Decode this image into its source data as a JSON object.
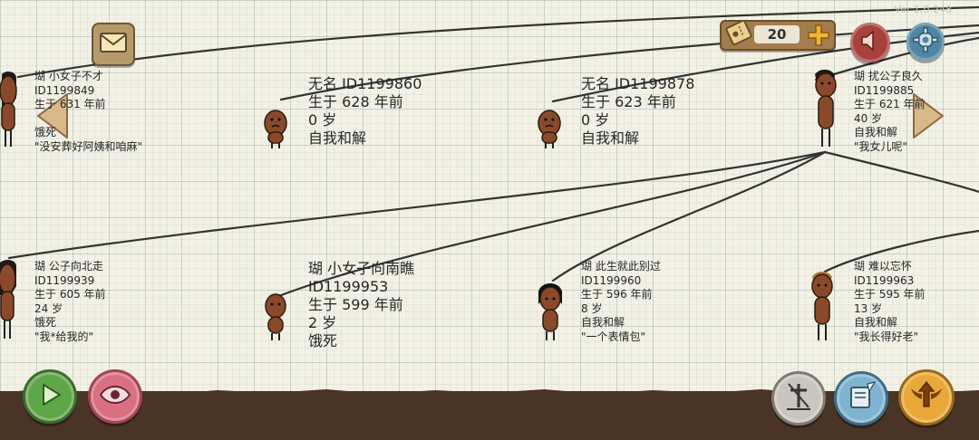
{
  "version": "Ver 1.0.248",
  "coin_count": "20",
  "people": [
    {
      "lines": [
        "瑚 小女子不才",
        "ID1199849",
        "生于 631 年前",
        "",
        "饿死",
        "\"没安葬好阿姨和咱麻\""
      ]
    },
    {
      "lines": [
        "无名 ID1199860",
        "生于 628 年前",
        "0 岁",
        "自我和解"
      ]
    },
    {
      "lines": [
        "无名 ID1199878",
        "生于 623 年前",
        "0 岁",
        "自我和解"
      ]
    },
    {
      "lines": [
        "瑚 扰公子良久",
        "ID1199885",
        "生于 621 年前",
        "40 岁",
        "自我和解",
        "\"我女儿呢\""
      ]
    },
    {
      "lines": [
        "瑚 公子向北走",
        "ID1199939",
        "生于 605 年前",
        "24 岁",
        "饿死",
        "\"我*给我的\""
      ]
    },
    {
      "lines": [
        "瑚 小女子向南瞧",
        "ID1199953",
        "生于 599 年前",
        "2 岁",
        "饿死"
      ]
    },
    {
      "lines": [
        "瑚 此生就此别过",
        "ID1199960",
        "生于 596 年前",
        "8 岁",
        "自我和解",
        "\"一个表情包\""
      ]
    },
    {
      "lines": [
        "瑚 难以忘怀",
        "ID1199963",
        "生于 595 年前",
        "13 岁",
        "自我和解",
        "\"我长得好老\""
      ]
    }
  ],
  "icons": {
    "mail": "mail-icon",
    "ticket": "ticket-icon",
    "add": "plus-icon",
    "sound": "speaker-icon",
    "settings": "gear-icon",
    "prev": "arrow-left-icon",
    "next": "arrow-right-icon",
    "play": "play-icon",
    "view": "eye-icon",
    "grave": "grave-icon",
    "scroll": "scroll-quill-icon",
    "upgrade": "winged-arrow-icon"
  },
  "colors": {
    "ground": "#4a3426",
    "skin": "#8a4a2a",
    "play_button": "#5fa54a",
    "eye_button": "#d86f82",
    "sound_button": "#a8413c",
    "settings_button": "#4f86a3",
    "upgrade_button": "#e9a93a"
  }
}
